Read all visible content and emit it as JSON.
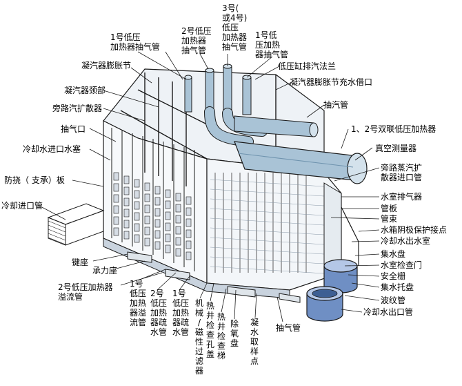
{
  "colors": {
    "line": "#1a1a1a",
    "pipe": "#a9c3d6",
    "pipe_dark": "#6f93ae",
    "tank": "#6f8fc4",
    "tank_dark": "#3d5f93",
    "panel": "#eef2f6",
    "shade": "#c9d3de"
  },
  "labels": {
    "no1_lp_heater_extraction": "1号低压\n加热器抽气管",
    "no2_lp_heater_extraction": "2号低压\n加热器\n抽气管",
    "no3_or4_lp_heater_extraction": "3号(\n或4号)\n低压\n加热器\n抽气管",
    "no1_lp_heater_extraction_right": "1号低\n压加热\n器抽气管",
    "lp_cylinder_exhaust_flange": "低压缸排汽法兰",
    "condenser_expansion_joint": "凝汽器膨胀节",
    "condenser_expansion_joint_fill": "凝汽器膨胀节充水借口",
    "condenser_neck": "凝汽器颈部",
    "bypass_steam_diffuser": "旁路汽扩散器",
    "extraction_pipe_top": "抽汽管",
    "duplex_lp_heater": "1、2号双联低压加热器",
    "extraction_port": "抽气口",
    "vacuum_gauge": "真空测量器",
    "cooling_water_inlet_plug": "冷却水进口水塞",
    "bypass_steam_diffuser_inlet": "旁路蒸汽扩\n散器进口管",
    "anti_sway_plate": "防挠（ 支承）板",
    "water_chamber_vent": "水室排气器",
    "cooling_inlet_pipe": "冷却进口管",
    "tube_plate": "管板",
    "tube_bundle": "管束",
    "cathodic_protection": "水箱阴极保护接点",
    "cooling_water_outlet_chamber": "冷却水出水室",
    "key_seat": "键座",
    "bearing_seat": "承力座",
    "water_collecting_tray": "集水盘",
    "water_chamber_inspection_door": "水室检查门",
    "safety_grille": "安全栅",
    "collecting_water_support_tray": "集水托盘",
    "no2_lp_heater_overflow": "2号低压加热器\n溢流管",
    "corrugated_pipe": "波纹管",
    "cooling_water_outlet_pipe": "冷却水出口管",
    "no1_heater_overflow": "1号\n低压\n加热\n器溢\n流管",
    "no2_heater_drain": "2号\n低压\n加热\n器疏\n水管",
    "no1_heater_drain": "1号\n低压\n加热\n器疏\n水管",
    "magnetic_filter": "机\n械\n/\n磁\n性\n过\n滤\n器",
    "hotwell_inspection_hole": "热\n井\n检\n查\n孔\n盖",
    "hotwell_ladder": "热\n井\n检\n查\n梯",
    "deaerator_tray": "除\n氧\n盘",
    "condensate_sampling": "凝\n水\n取\n样\n点",
    "extraction_pipe_bottom": "抽气管"
  }
}
